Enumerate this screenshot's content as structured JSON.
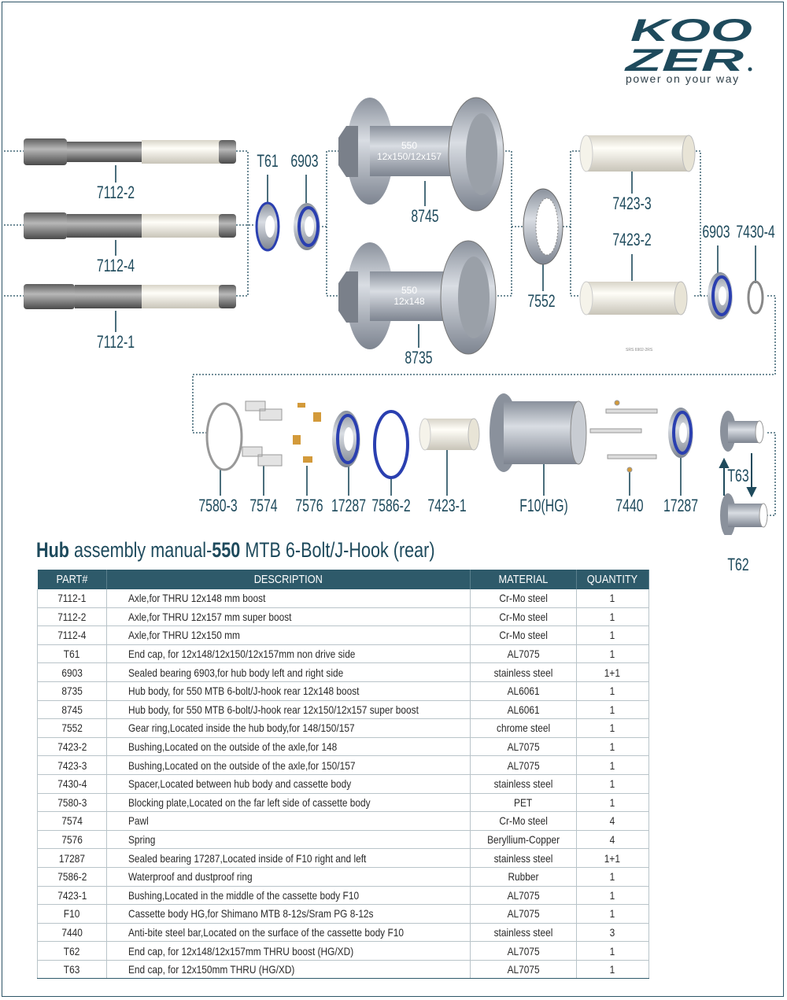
{
  "brand": {
    "logo_text": "KOOZER",
    "tagline": "power on your way"
  },
  "colors": {
    "primary": "#1e4a5c",
    "header_bg": "#2e5a6a",
    "bearing_blue": "#2a3fb0"
  },
  "diagram": {
    "labels": {
      "axle_7112_2": "7112-2",
      "axle_7112_4": "7112-4",
      "axle_7112_1": "7112-1",
      "t61": "T61",
      "b6903_left": "6903",
      "hub_8745": "8745",
      "hub_8735": "8735",
      "gear_7552": "7552",
      "bush_7423_3": "7423-3",
      "bush_7423_2": "7423-2",
      "b6903_right": "6903",
      "spacer_7430_4": "7430-4",
      "plate_7580_3": "7580-3",
      "pawl_7574": "7574",
      "spring_7576": "7576",
      "b17287_left": "17287",
      "ring_7586_2": "7586-2",
      "bush_7423_1": "7423-1",
      "f10": "F10(HG)",
      "bar_7440": "7440",
      "b17287_right": "17287",
      "t63": "T63",
      "t62": "T62"
    },
    "hub_8745_text": {
      "line1": "550",
      "line2": "12x150/12x157"
    },
    "hub_8735_text": {
      "line1": "550",
      "line2": "12x148"
    },
    "bearing_note": "SRS 6902-2RS"
  },
  "manual": {
    "title_bold1": "Hub",
    "title_mid": " assembly manual-",
    "title_bold2": "550",
    "title_end": " MTB 6-Bolt/J-Hook (rear)"
  },
  "table": {
    "headers": {
      "part": "PART#",
      "description": "DESCRIPTION",
      "material": "MATERIAL",
      "quantity": "QUANTITY"
    },
    "rows": [
      {
        "part": "7112-1",
        "description": "Axle,for THRU 12x148 mm boost",
        "material": "Cr-Mo steel",
        "quantity": "1"
      },
      {
        "part": "7112-2",
        "description": "Axle,for  THRU 12x157 mm super boost",
        "material": "Cr-Mo steel",
        "quantity": "1"
      },
      {
        "part": "7112-4",
        "description": "Axle,for  THRU 12x150 mm",
        "material": "Cr-Mo steel",
        "quantity": "1"
      },
      {
        "part": "T61",
        "description": "End cap, for 12x148/12x150/12x157mm non drive side",
        "material": "AL7075",
        "quantity": "1"
      },
      {
        "part": "6903",
        "description": "Sealed bearing 6903,for hub body left and right side",
        "material": "stainless steel",
        "quantity": "1+1"
      },
      {
        "part": "8735",
        "description": "Hub body, for 550 MTB 6-bolt/J-hook rear 12x148 boost",
        "material": "AL6061",
        "quantity": "1"
      },
      {
        "part": "8745",
        "description": "Hub body, for 550 MTB 6-bolt/J-hook rear 12x150/12x157 super boost",
        "material": "AL6061",
        "quantity": "1"
      },
      {
        "part": "7552",
        "description": "Gear ring,Located inside the hub body,for 148/150/157",
        "material": "chrome steel",
        "quantity": "1"
      },
      {
        "part": "7423-2",
        "description": "Bushing,Located on the outside of the axle,for 148",
        "material": "AL7075",
        "quantity": "1"
      },
      {
        "part": "7423-3",
        "description": "Bushing,Located on the outside of the axle,for 150/157",
        "material": "AL7075",
        "quantity": "1"
      },
      {
        "part": "7430-4",
        "description": "Spacer,Located between hub body and cassette body",
        "material": "stainless steel",
        "quantity": "1"
      },
      {
        "part": "7580-3",
        "description": "Blocking plate,Located on the far left side of cassette body",
        "material": "PET",
        "quantity": "1"
      },
      {
        "part": "7574",
        "description": "Pawl",
        "material": "Cr-Mo steel",
        "quantity": "4"
      },
      {
        "part": "7576",
        "description": "Spring",
        "material": "Beryllium-Copper",
        "quantity": "4"
      },
      {
        "part": "17287",
        "description": "Sealed bearing 17287,Located inside of F10 right and left",
        "material": "stainless steel",
        "quantity": "1+1"
      },
      {
        "part": "7586-2",
        "description": "Waterproof and dustproof ring",
        "material": "Rubber",
        "quantity": "1"
      },
      {
        "part": "7423-1",
        "description": "Bushing,Located in the middle of the cassette body F10",
        "material": "AL7075",
        "quantity": "1"
      },
      {
        "part": "F10",
        "description": "Cassette body HG,for Shimano MTB 8-12s/Sram PG 8-12s",
        "material": "AL7075",
        "quantity": "1"
      },
      {
        "part": "7440",
        "description": "Anti-bite steel bar,Located on the surface of the cassette body F10",
        "material": "stainless steel",
        "quantity": "3"
      },
      {
        "part": "T62",
        "description": "End cap, for 12x148/12x157mm THRU boost (HG/XD)",
        "material": "AL7075",
        "quantity": "1"
      },
      {
        "part": "T63",
        "description": "End cap, for 12x150mm THRU (HG/XD)",
        "material": "AL7075",
        "quantity": "1"
      }
    ]
  }
}
